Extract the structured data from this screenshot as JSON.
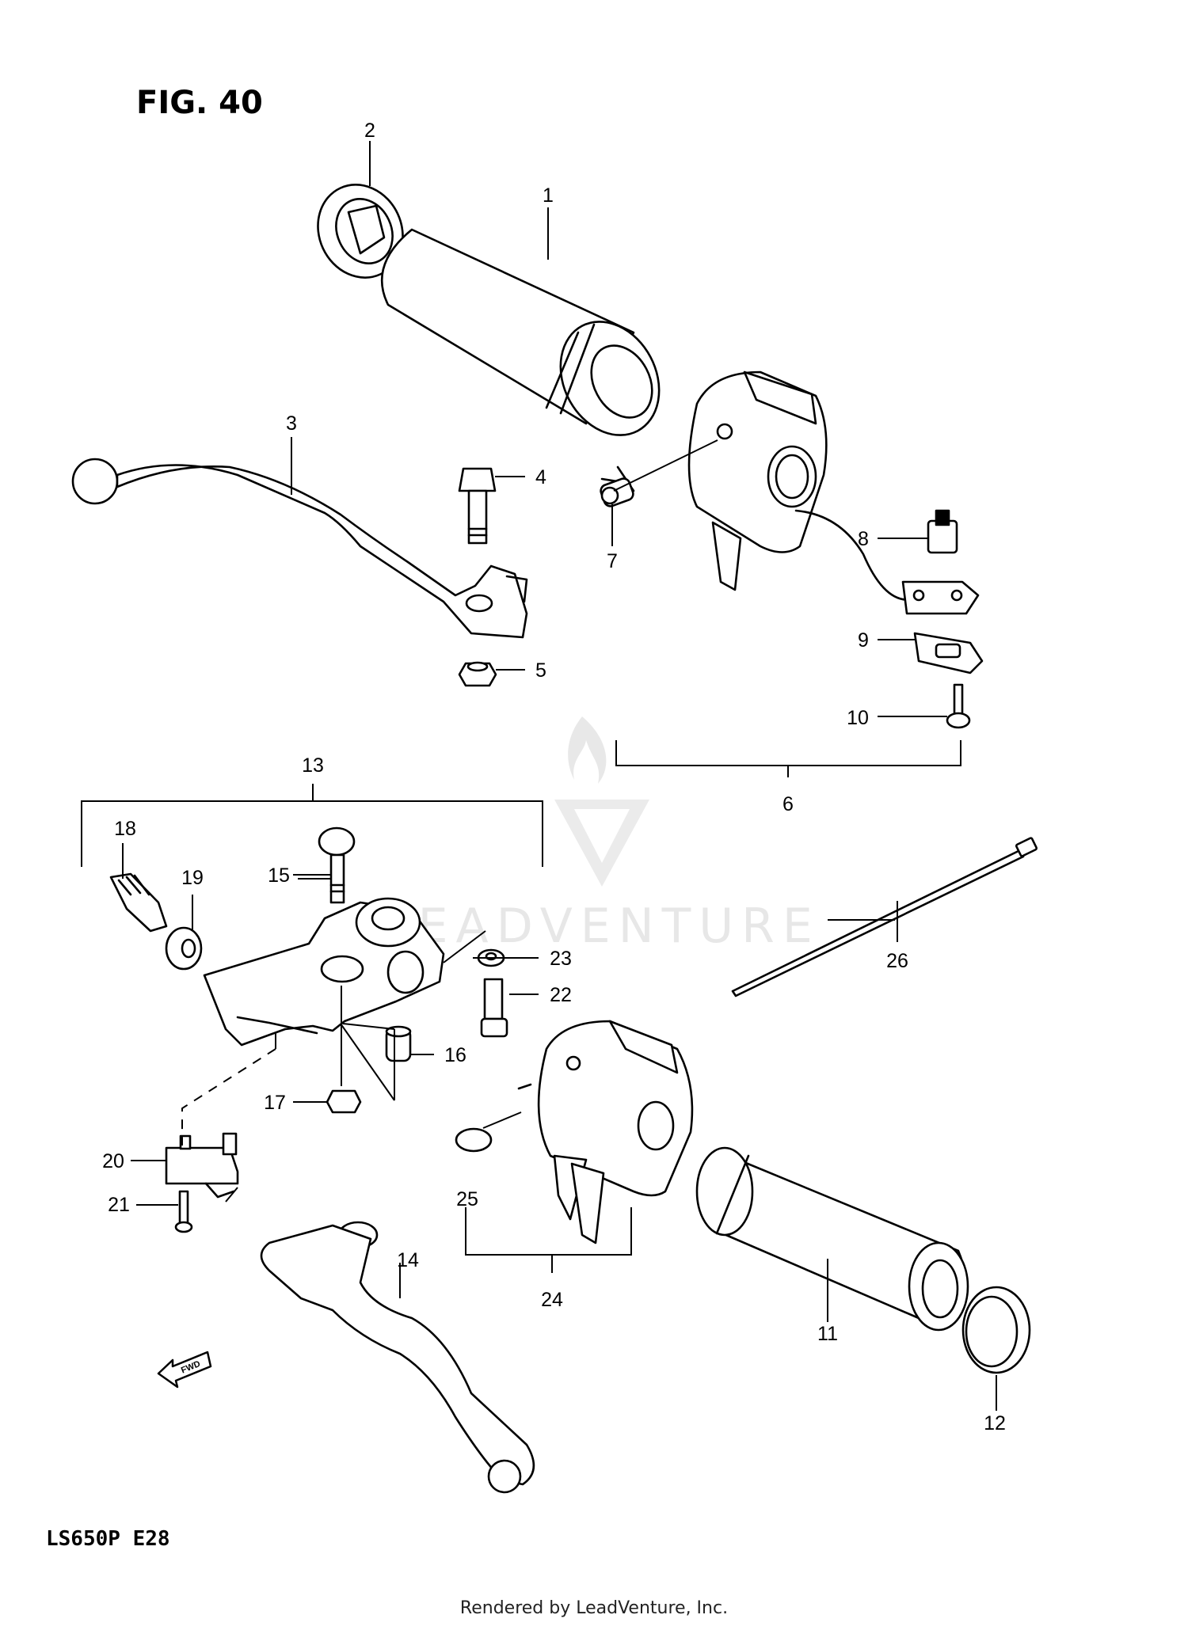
{
  "figure": {
    "title": "FIG. 40"
  },
  "callouts": {
    "c1": "1",
    "c2": "2",
    "c3": "3",
    "c4": "4",
    "c5": "5",
    "c6": "6",
    "c7": "7",
    "c8": "8",
    "c9": "9",
    "c10": "10",
    "c11": "11",
    "c12": "12",
    "c13": "13",
    "c14": "14",
    "c15": "15",
    "c16": "16",
    "c17": "17",
    "c18": "18",
    "c19": "19",
    "c20": "20",
    "c21": "21",
    "c22": "22",
    "c23": "23",
    "c24": "24",
    "c25": "25",
    "c26": "26"
  },
  "arrow": {
    "label": "FWD"
  },
  "model_code": "LS650P E28",
  "watermark": {
    "brand": "LEADVENTURE"
  },
  "footer": {
    "credit": "Rendered by LeadVenture, Inc."
  }
}
